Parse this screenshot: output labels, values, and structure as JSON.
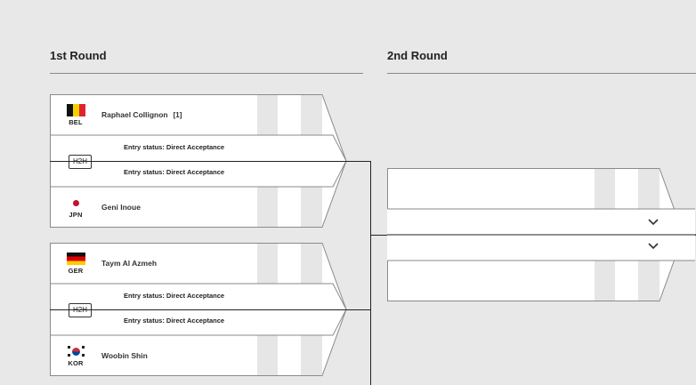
{
  "rounds": [
    {
      "title": "1st Round"
    },
    {
      "title": "2nd Round"
    }
  ],
  "matches": [
    {
      "h2h_label": "H2H",
      "top": {
        "country": "BEL",
        "flag": "belgium-flag",
        "name": "Raphael  Collignon",
        "seed": "[1]",
        "entry_status": "Entry status: Direct Acceptance"
      },
      "bottom": {
        "country": "JPN",
        "flag": "japan-flag",
        "name": "Geni  Inoue",
        "entry_status": "Entry status: Direct Acceptance"
      }
    },
    {
      "h2h_label": "H2H",
      "top": {
        "country": "GER",
        "flag": "germany-flag",
        "name": "Taym  Al Azmeh",
        "entry_status": "Entry status: Direct Acceptance"
      },
      "bottom": {
        "country": "KOR",
        "flag": "korea-flag",
        "name": "Woobin  Shin",
        "entry_status": "Entry status: Direct Acceptance"
      }
    }
  ],
  "second_round": {
    "expand_icons": [
      "chevron-down-icon",
      "chevron-down-icon"
    ]
  },
  "colors": {
    "background": "#e8e8e8",
    "card": "#ffffff",
    "score_column": "#e6e6e6",
    "border": "#8a8a8a",
    "connector": "#222222"
  }
}
